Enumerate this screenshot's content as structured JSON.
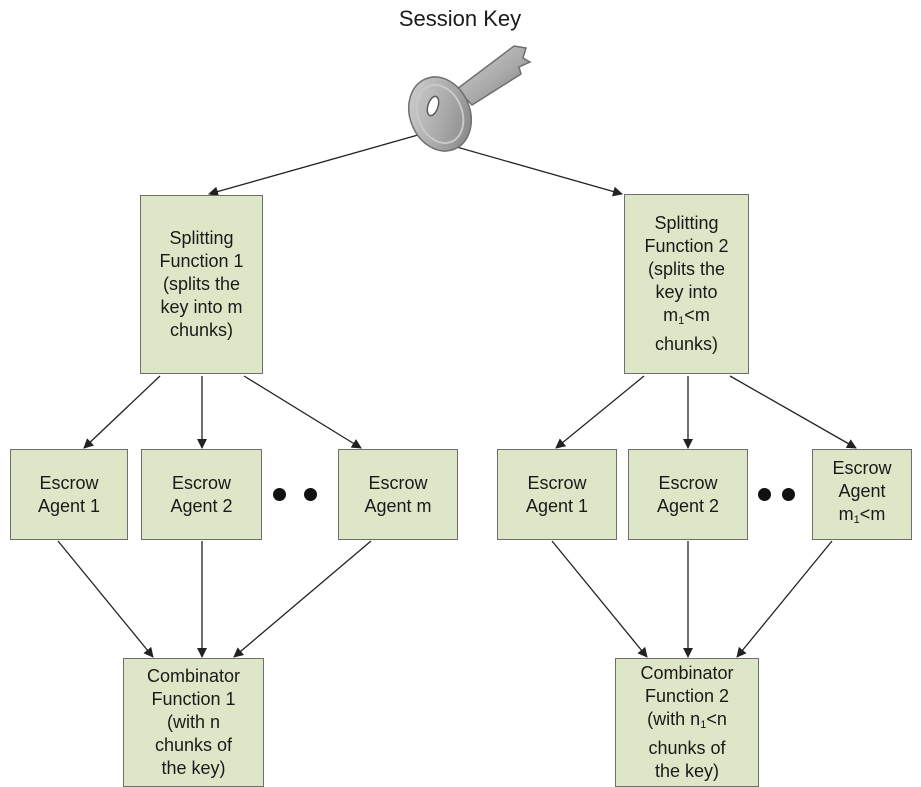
{
  "title": "Session Key",
  "colors": {
    "node_fill": "#dde6c7",
    "node_border": "#6e6e6e",
    "edge": "#222222",
    "key_metal": "#a9a9a9"
  },
  "icons": {
    "key": "key-icon",
    "ellipsis": "ellipsis-dots"
  },
  "branches": [
    {
      "splitting": {
        "lines": [
          "Splitting",
          "Function 1",
          "(splits the",
          "key into m",
          "chunks)"
        ]
      },
      "agents": [
        {
          "lines": [
            "Escrow",
            "Agent 1"
          ]
        },
        {
          "lines": [
            "Escrow",
            "Agent 2"
          ]
        },
        {
          "lines": [
            "Escrow",
            "Agent m"
          ]
        }
      ],
      "combinator": {
        "lines": [
          "Combinator",
          "Function 1",
          "(with n",
          "chunks of",
          "the key)"
        ]
      }
    },
    {
      "splitting": {
        "lines": [
          "Splitting",
          "Function 2",
          "(splits the",
          "key into",
          "m1<m",
          "chunks)"
        ]
      },
      "agents": [
        {
          "lines": [
            "Escrow",
            "Agent 1"
          ]
        },
        {
          "lines": [
            "Escrow",
            "Agent 2"
          ]
        },
        {
          "lines": [
            "Escrow",
            "Agent",
            "m1<m"
          ]
        }
      ],
      "combinator": {
        "lines": [
          "Combinator",
          "Function 2",
          "(with n1<n",
          "chunks of",
          "the key)"
        ]
      }
    }
  ]
}
